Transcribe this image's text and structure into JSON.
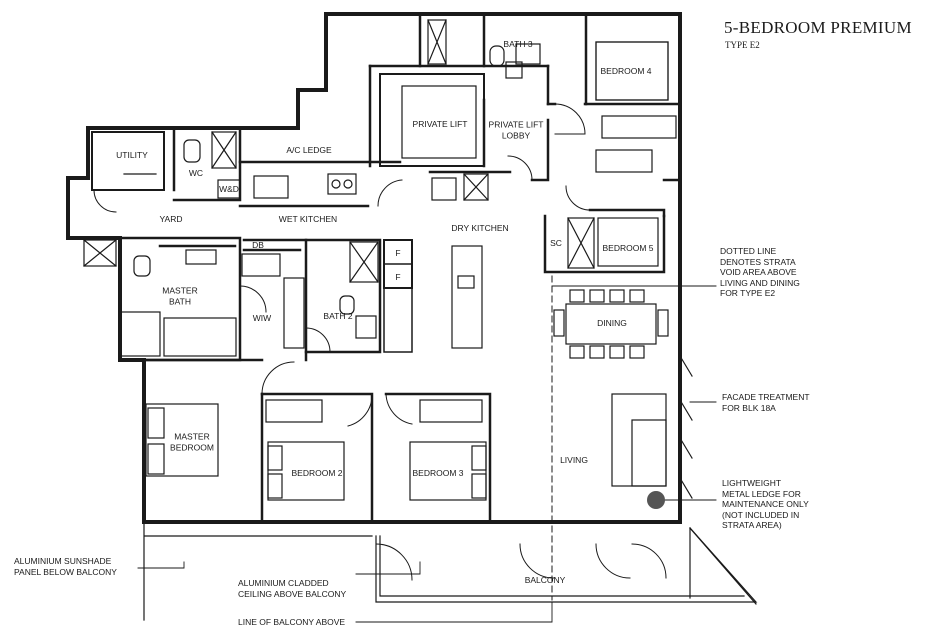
{
  "title": "5-BEDROOM PREMIUM",
  "subtitle": "TYPE E2",
  "rooms": {
    "bath3": "BATH 3",
    "bedroom4": "BEDROOM 4",
    "private_lift": "PRIVATE LIFT",
    "private_lift_lobby": "PRIVATE LIFT\nLOBBY",
    "utility": "UTILITY",
    "wc": "WC",
    "wd": "W&D",
    "ac_ledge": "A/C LEDGE",
    "yard": "YARD",
    "wet_kitchen": "WET KITCHEN",
    "dry_kitchen": "DRY KITCHEN",
    "sc": "SC",
    "bedroom5": "BEDROOM 5",
    "db": "DB",
    "f1": "F",
    "f2": "F",
    "master_bath": "MASTER\nBATH",
    "wiw": "WIW",
    "bath2": "BATH 2",
    "dining": "DINING",
    "master_bedroom": "MASTER\nBEDROOM",
    "bedroom2": "BEDROOM 2",
    "bedroom3": "BEDROOM 3",
    "living": "LIVING",
    "balcony": "BALCONY"
  },
  "notes": {
    "strata_void": "DOTTED LINE\nDENOTES STRATA\nVOID AREA ABOVE\nLIVING AND DINING\nFOR TYPE E2",
    "facade": "FACADE TREATMENT\nFOR BLK 18A",
    "metal_ledge": "LIGHTWEIGHT\nMETAL LEDGE FOR\nMAINTENANCE ONLY\n(NOT INCLUDED IN\nSTRATA AREA)",
    "sunshade": "ALUMINIUM SUNSHADE\nPANEL BELOW BALCONY",
    "cladded_ceiling": "ALUMINIUM CLADDED\nCEILING ABOVE BALCONY",
    "balcony_line": "LINE OF BALCONY ABOVE"
  }
}
